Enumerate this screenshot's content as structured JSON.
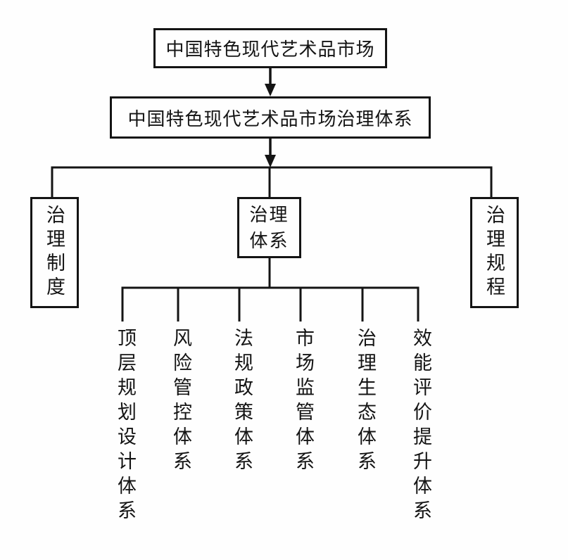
{
  "diagram": {
    "root": {
      "label": "中国特色现代艺术品市场"
    },
    "level2": {
      "label": "中国特色现代艺术品市场治理体系"
    },
    "branches": {
      "left": {
        "label": "治理制度"
      },
      "center": {
        "lines": [
          "治理",
          "体系"
        ]
      },
      "right": {
        "label": "治理规程"
      }
    },
    "subsystems": [
      "顶层规划设计体系",
      "风险管控体系",
      "法规政策体系",
      "市场监管体系",
      "治理生态体系",
      "效能评价提升体系"
    ]
  },
  "colors": {
    "line": "#141414",
    "text": "#141414",
    "background": "#fefefe"
  }
}
